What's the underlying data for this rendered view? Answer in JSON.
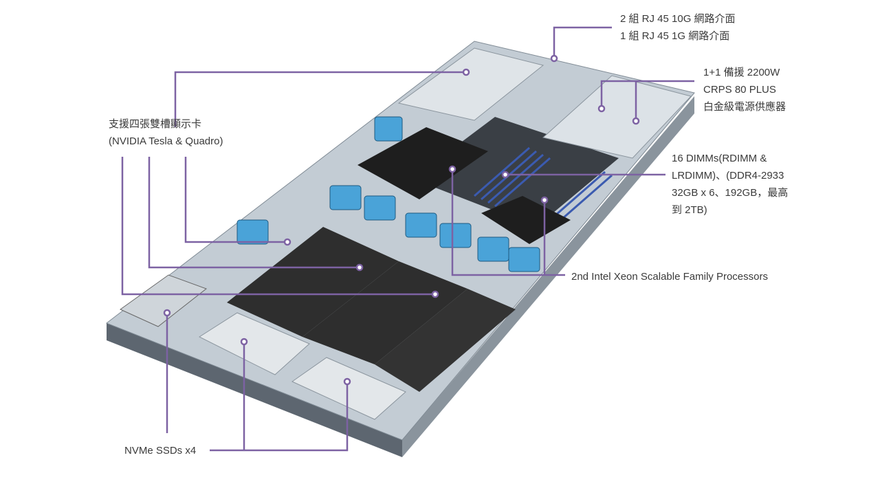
{
  "colors": {
    "callout": "#7d62a3",
    "chassis": "#b9c3cc",
    "tray": "#2b2b2b",
    "fan": "#4aa3d8",
    "dimm": "#3b5bb0"
  },
  "callouts": {
    "network": [
      "2 組 RJ 45 10G 網路介面",
      "1 組 RJ 45 1G 網路介面"
    ],
    "psu": [
      "1+1 備援 2200W",
      "CRPS 80 PLUS",
      "白金級電源供應器"
    ],
    "gpu": [
      "支援四張雙槽顯示卡",
      "(NVIDIA Tesla & Quadro)"
    ],
    "dimm": [
      "16 DIMMs(RDIMM &",
      "LRDIMM)、(DDR4-2933",
      "32GB x 6、192GB，最高",
      "到 2TB)"
    ],
    "cpu": [
      "2nd Intel Xeon Scalable Family Processors"
    ],
    "nvme": [
      "NVMe SSDs x4"
    ]
  }
}
